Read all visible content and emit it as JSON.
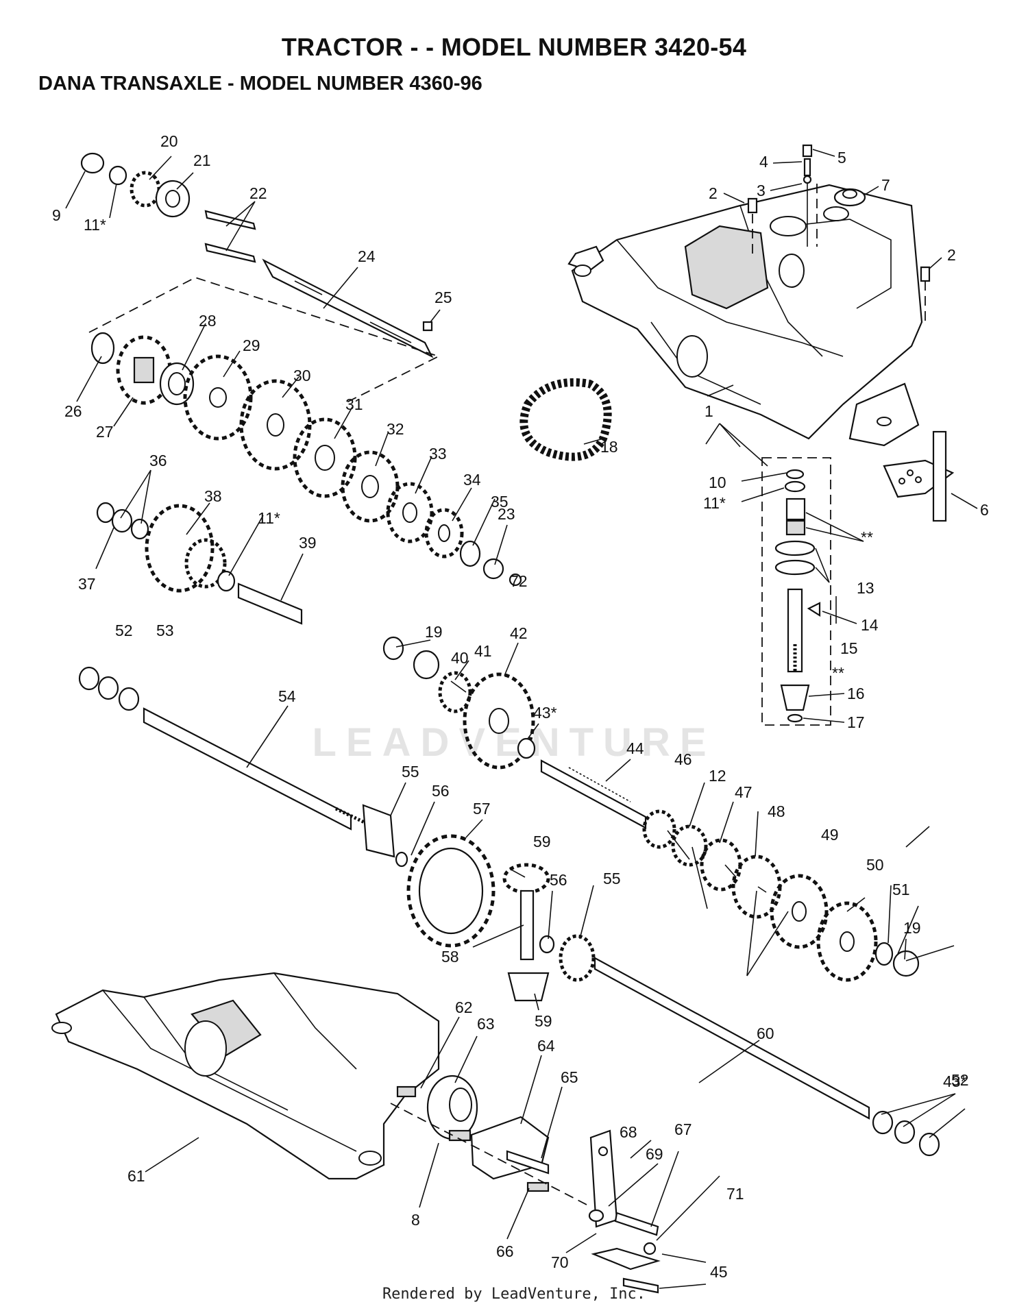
{
  "header": {
    "title": "TRACTOR - - MODEL NUMBER 3420-54",
    "subtitle": "DANA TRANSAXLE - MODEL NUMBER 4360-96"
  },
  "watermark": "LEADVENTURE",
  "footer": "Rendered by LeadVenture, Inc.",
  "callouts": [
    "1",
    "2",
    "2",
    "3",
    "4",
    "5",
    "6",
    "7",
    "8",
    "9",
    "10",
    "11*",
    "11*",
    "11*",
    "12",
    "13",
    "14",
    "15",
    "16",
    "17",
    "18",
    "19",
    "19",
    "20",
    "21",
    "22",
    "23",
    "24",
    "25",
    "26",
    "27",
    "28",
    "29",
    "30",
    "31",
    "32",
    "33",
    "34",
    "35",
    "36",
    "37",
    "38",
    "39",
    "40",
    "41",
    "42",
    "43*",
    "43*",
    "44",
    "45",
    "46",
    "47",
    "48",
    "49",
    "50",
    "51",
    "52",
    "52",
    "53",
    "54",
    "55",
    "55",
    "56",
    "56",
    "57",
    "58",
    "59",
    "59",
    "60",
    "61",
    "62",
    "63",
    "64",
    "65",
    "66",
    "67",
    "68",
    "69",
    "70",
    "71",
    "72",
    "**",
    "**"
  ]
}
